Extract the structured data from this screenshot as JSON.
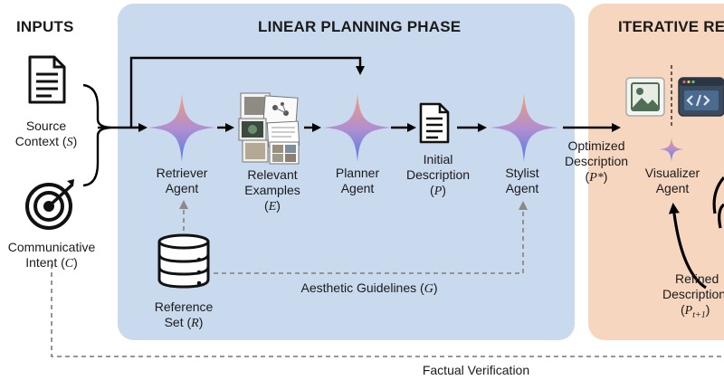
{
  "headers": {
    "inputs": "INPUTS",
    "linear": "LINEAR PLANNING PHASE",
    "iterative": "ITERATIVE REF"
  },
  "labels": {
    "source_context": {
      "l1": "Source",
      "l2": "Context (",
      "sym": "S",
      "l2b": ")"
    },
    "communicative_intent": {
      "l1": "Communicative",
      "l2": "Intent (",
      "sym": "C",
      "l2b": ")"
    },
    "retriever": {
      "l1": "Retriever",
      "l2": "Agent"
    },
    "relevant_examples": {
      "l1": "Relevant",
      "l2": "Examples",
      "l3a": "(",
      "sym": "E",
      "l3b": ")"
    },
    "planner": {
      "l1": "Planner",
      "l2": "Agent"
    },
    "initial_description": {
      "l1": "Initial",
      "l2": "Description",
      "l3a": "(",
      "sym": "P",
      "l3b": ")"
    },
    "stylist": {
      "l1": "Stylist",
      "l2": "Agent"
    },
    "optimized_description": {
      "l1": "Optimized",
      "l2": "Description",
      "l3a": "(",
      "sym": "P*",
      "l3b": ")"
    },
    "visualizer": {
      "l1": "Visualizer",
      "l2": "Agent"
    },
    "reference_set": {
      "l1": "Reference",
      "l2a": "Set (",
      "sym": "R",
      "l2b": ")"
    },
    "aesthetic_guidelines": {
      "l1a": "Aesthetic Guidelines (",
      "sym": "G",
      "l1b": ")"
    },
    "refined_description": {
      "l1": "Refined",
      "l2": "Description",
      "l3a": "(",
      "sym": "P",
      "sub": "t+1",
      "l3b": ")"
    },
    "factual_verification": "Factual Verification"
  },
  "colors": {
    "linear_panel": "#c9d9ee",
    "iterative_panel": "#f7d6bf",
    "arrow": "#000000",
    "dashed": "#8a8a8a",
    "sparkle_top": "#f0a070",
    "sparkle_bottom": "#4f7fe0"
  },
  "icons": [
    "document-icon",
    "target-icon",
    "sparkle-icon",
    "image-stack-icon",
    "database-icon",
    "image-icon",
    "code-window-icon"
  ]
}
